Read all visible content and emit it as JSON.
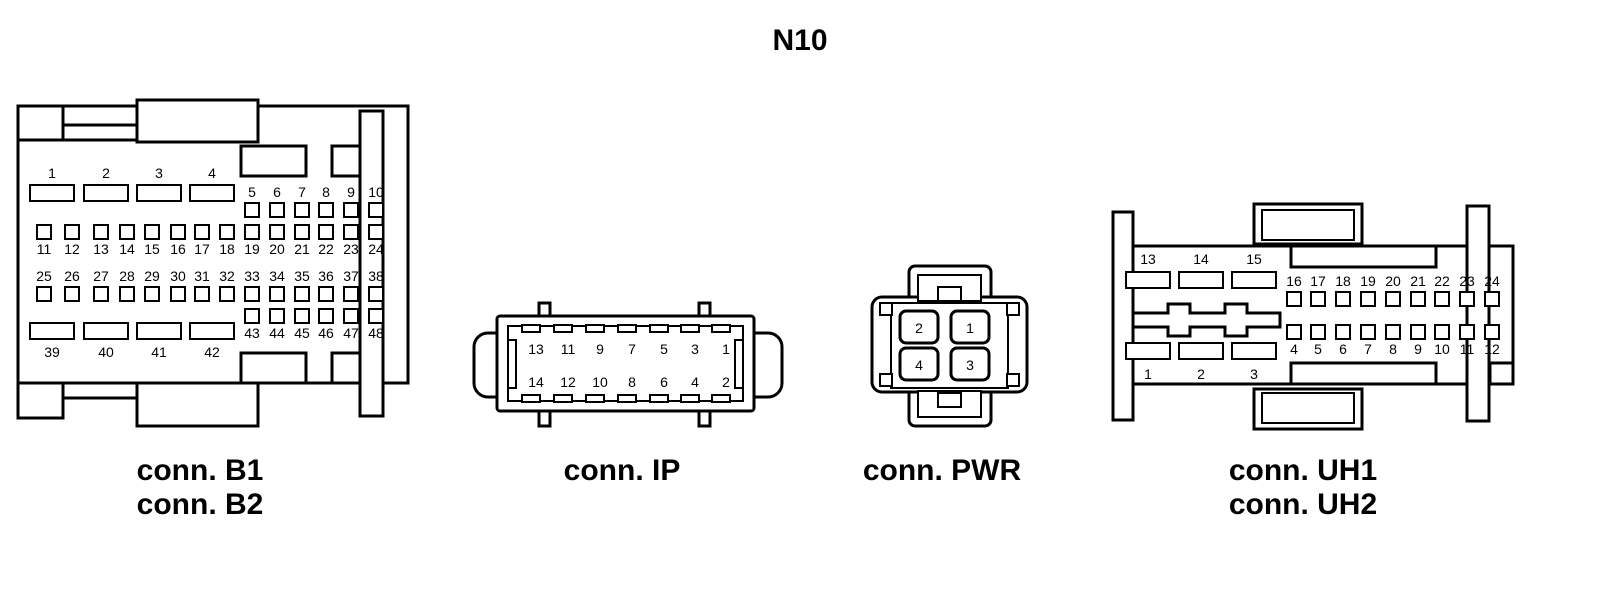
{
  "title": "N10",
  "connectors": {
    "b": {
      "label_lines": [
        "conn. B1",
        "conn. B2"
      ],
      "pins_top": [
        "1",
        "2",
        "3",
        "4"
      ],
      "pins_upper_right": [
        "5",
        "6",
        "7",
        "8",
        "9",
        "10"
      ],
      "pins_row2": [
        "11",
        "12",
        "13",
        "14",
        "15",
        "16",
        "17",
        "18",
        "19",
        "20",
        "21",
        "22",
        "23",
        "24"
      ],
      "pins_row3": [
        "25",
        "26",
        "27",
        "28",
        "29",
        "30",
        "31",
        "32",
        "33",
        "34",
        "35",
        "36",
        "37",
        "38"
      ],
      "pins_bottom": [
        "39",
        "40",
        "41",
        "42"
      ],
      "pins_lower_right": [
        "43",
        "44",
        "45",
        "46",
        "47",
        "48"
      ]
    },
    "ip": {
      "label": "conn. IP",
      "pins_top": [
        "13",
        "11",
        "9",
        "7",
        "5",
        "3",
        "1"
      ],
      "pins_bottom": [
        "14",
        "12",
        "10",
        "8",
        "6",
        "4",
        "2"
      ]
    },
    "pwr": {
      "label": "conn. PWR",
      "pins": [
        "2",
        "1",
        "4",
        "3"
      ]
    },
    "uh": {
      "label_lines": [
        "conn. UH1",
        "conn. UH2"
      ],
      "pins_top_large": [
        "13",
        "14",
        "15"
      ],
      "pins_top_small": [
        "16",
        "17",
        "18",
        "19",
        "20",
        "21",
        "22",
        "23",
        "24"
      ],
      "pins_bottom_small": [
        "4",
        "5",
        "6",
        "7",
        "8",
        "9",
        "10",
        "11",
        "12"
      ],
      "pins_bottom_large": [
        "1",
        "2",
        "3"
      ]
    }
  }
}
